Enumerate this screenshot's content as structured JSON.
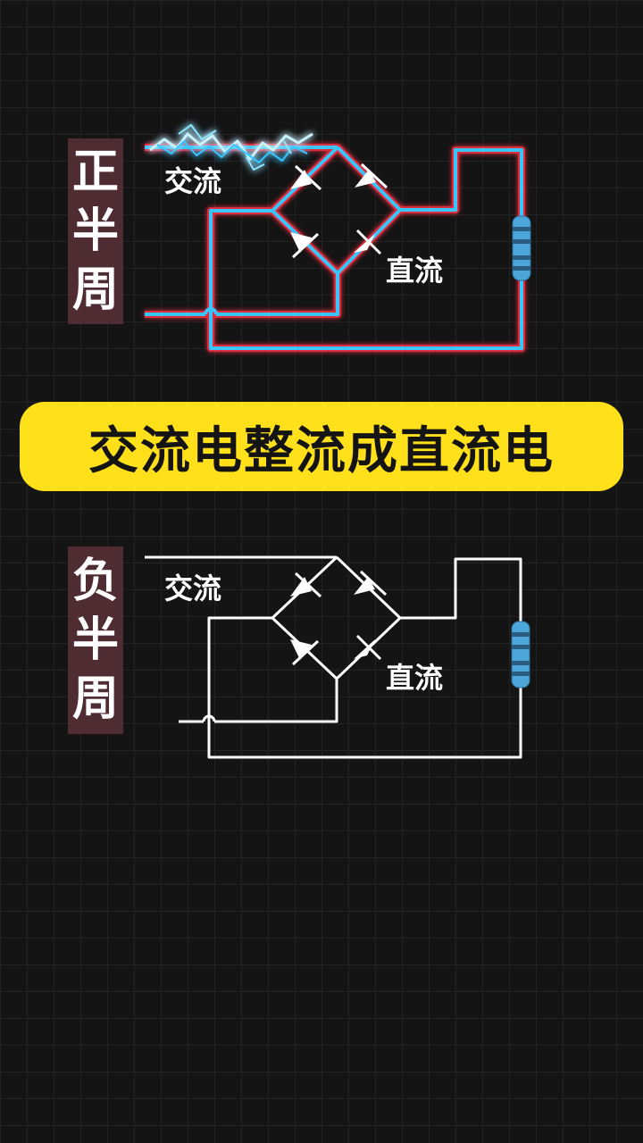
{
  "top_section": {
    "side_label": [
      "正",
      "半",
      "周"
    ],
    "ac_label": "交流",
    "dc_label": "直流",
    "wire_color": "#39c6ff",
    "glow_color": "#ff3344"
  },
  "banner": {
    "text": "交流电整流成直流电",
    "background": "#ffe01a"
  },
  "bottom_section": {
    "side_label": [
      "负",
      "半",
      "周"
    ],
    "ac_label": "交流",
    "dc_label": "直流",
    "wire_color": "#ffffff",
    "highlight_color": "#39c6ff"
  },
  "colors": {
    "background": "#141414",
    "label_box": "#4e2c32",
    "resistor": "#4da6d9"
  }
}
